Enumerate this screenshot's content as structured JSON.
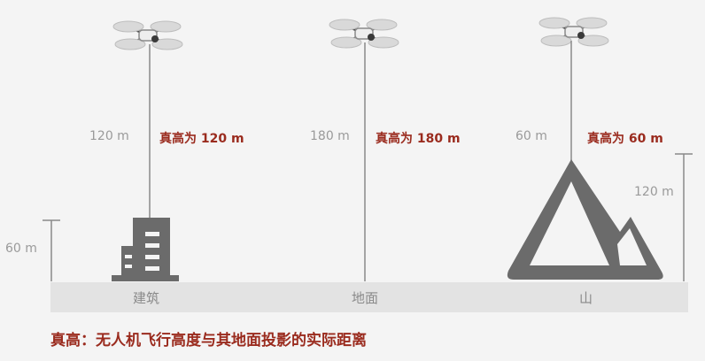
{
  "scenes": [
    {
      "id": "building",
      "ground_label": "建筑",
      "aircraft_height": "120 m",
      "true_height": "真高为 120 m",
      "reference_height": "60 m"
    },
    {
      "id": "ground",
      "ground_label": "地面",
      "aircraft_height": "180 m",
      "true_height": "真高为 180 m"
    },
    {
      "id": "mountain",
      "ground_label": "山",
      "aircraft_height": "60 m",
      "true_height": "真高为 60 m",
      "reference_height": "120 m"
    }
  ],
  "caption": "真高：无人机飞行高度与其地面投影的实际距离",
  "colors": {
    "accent": "#9a2b1e",
    "dark": "#6b6b6b",
    "muted": "#9a9a9a",
    "ground": "#e3e3e3"
  },
  "icons": [
    "drone-icon",
    "building-icon",
    "mountain-icon"
  ]
}
